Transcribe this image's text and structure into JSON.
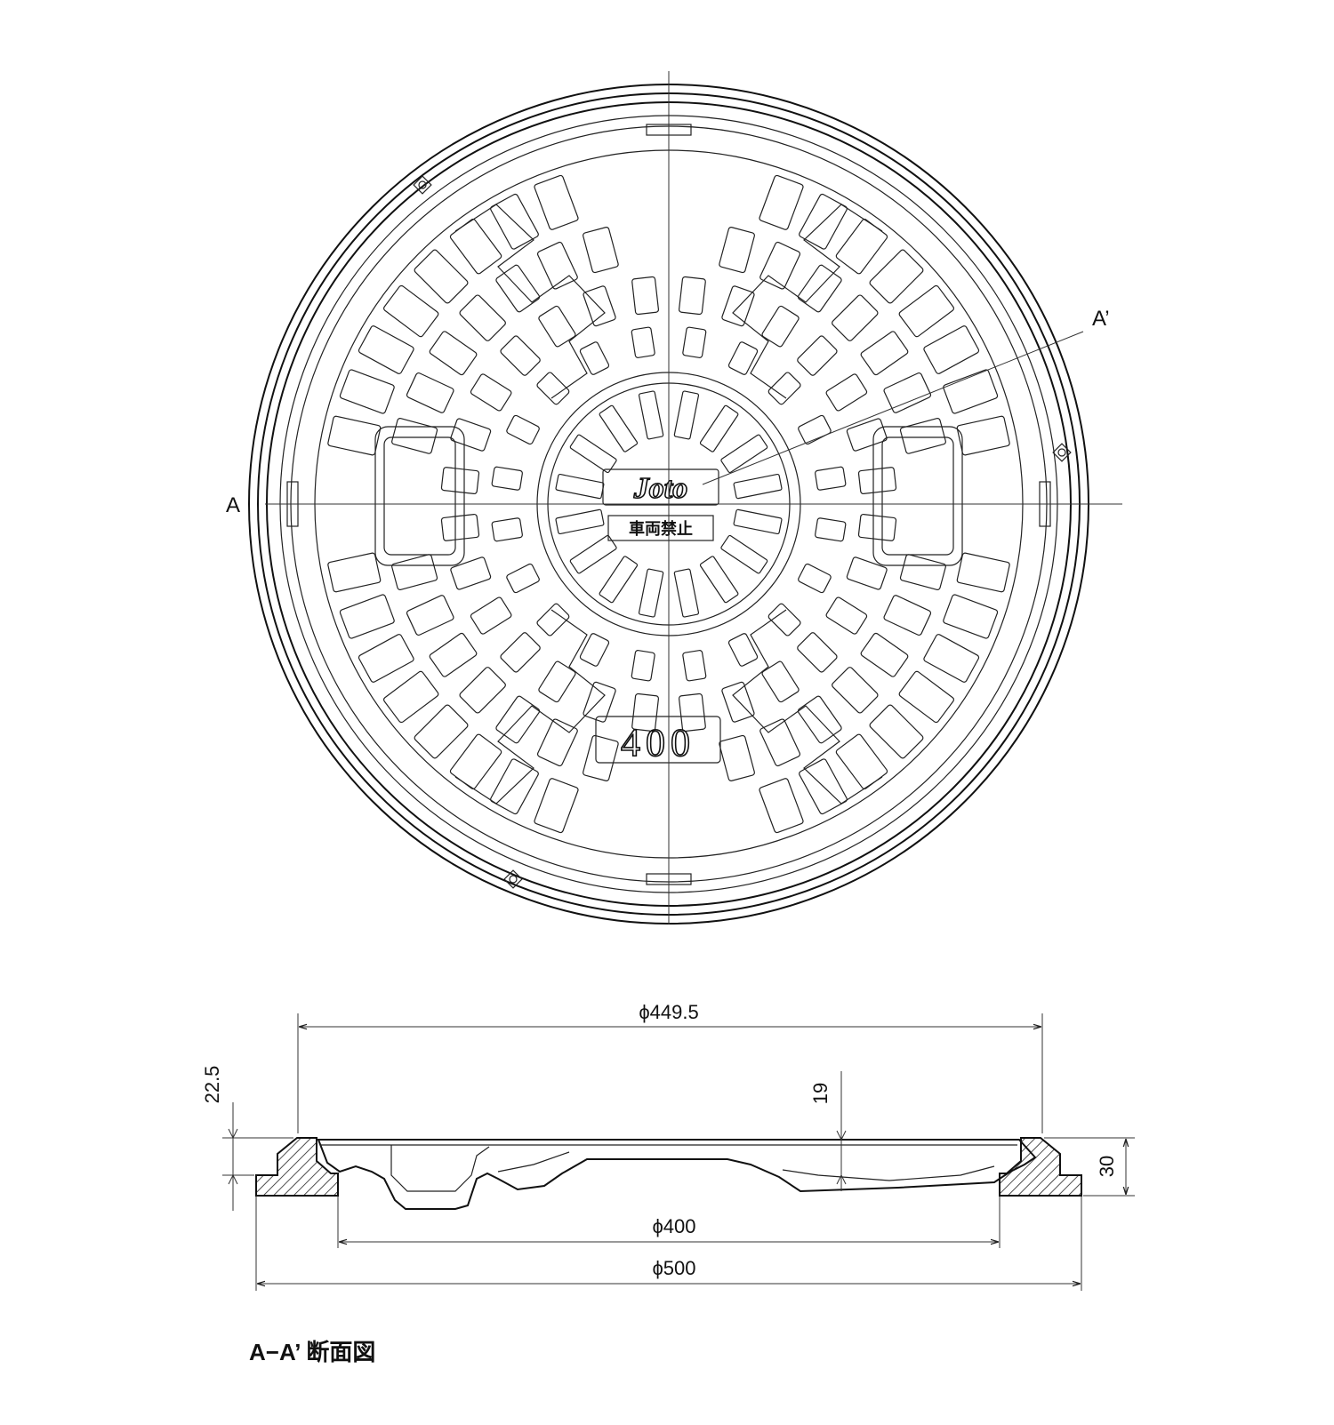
{
  "plan_view": {
    "section_start_label": "A",
    "section_end_label": "A’",
    "brand_mark": "Joto",
    "notice_plate": "車両禁止",
    "size_plate": "400"
  },
  "section_view": {
    "dim_overall_top": "ϕ449.5",
    "dim_inner": "ϕ400",
    "dim_outer": "ϕ500",
    "dim_rim_height": "22.5",
    "dim_cover_thickness": "19",
    "dim_total_height": "30",
    "caption": "A−A’ 断面図"
  }
}
